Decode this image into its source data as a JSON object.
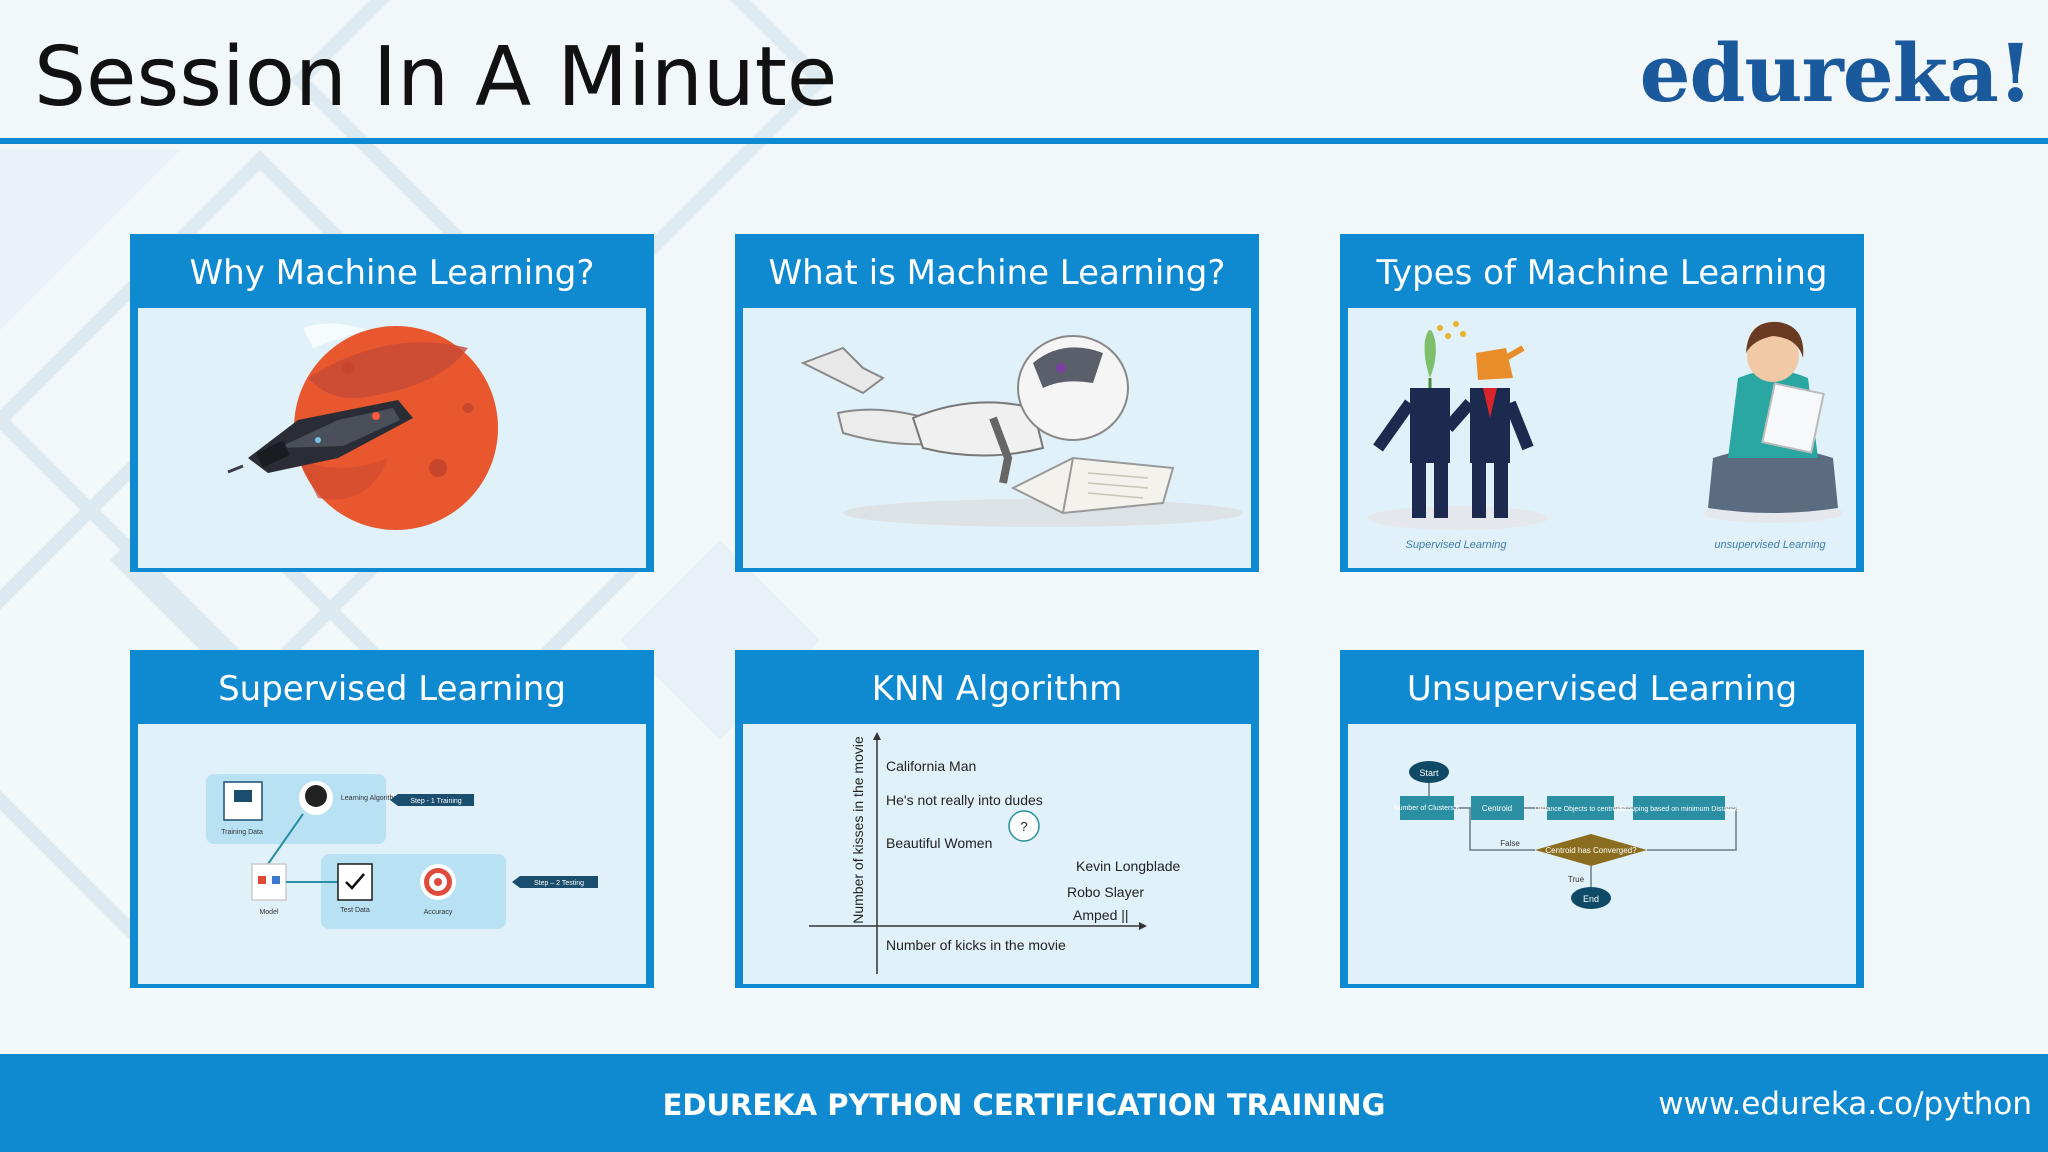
{
  "header": {
    "title": "Session In A Minute",
    "logo": "edureka!"
  },
  "colors": {
    "accent": "#0f89cf",
    "logo": "#1a5a9c",
    "flow": "#2b8fa3",
    "flow_dark": "#0e4a66",
    "diamond": "#8a6d1e"
  },
  "cards": [
    {
      "title": "Why Machine Learning?",
      "image": "mars-spaceship-illustration"
    },
    {
      "title": "What is Machine Learning?",
      "image": "robot-reading-book-illustration"
    },
    {
      "title": "Types of Machine Learning",
      "image": "learning-types-illustration",
      "captions": [
        "Supervised Learning",
        "unsupervised Learning"
      ]
    },
    {
      "title": "Supervised Learning",
      "image": "supervised-diagram",
      "diagram": {
        "training_data": "Training Data",
        "learning_algorithm": "Learning Algorithm",
        "step1": "Step - 1 Training",
        "model": "Model",
        "test_data": "Test Data",
        "accuracy": "Accuracy",
        "step2": "Step – 2 Testing"
      }
    },
    {
      "title": "KNN Algorithm",
      "image": "knn-scatter",
      "knn": {
        "y_label": "Number of kisses in the movie",
        "x_label": "Number of kicks in the movie",
        "movies": [
          "California Man",
          "He's not really into dudes",
          "Beautiful Women",
          "Kevin Longblade",
          "Robo Slayer",
          "Amped ||"
        ],
        "unknown": "?"
      }
    },
    {
      "title": "Unsupervised Learning",
      "image": "kmeans-flowchart",
      "flow": {
        "start": "Start",
        "clusters": "Number of Clusters K",
        "centroid": "Centroid",
        "distance": "Distance Objects to centroids",
        "grouping": "Grouping based on minimum Distance",
        "converged": "Centroid has Converged?",
        "false": "False",
        "true": "True",
        "end": "End"
      }
    }
  ],
  "footer": {
    "text": "EDUREKA PYTHON CERTIFICATION TRAINING",
    "url": "www.edureka.co/python"
  }
}
